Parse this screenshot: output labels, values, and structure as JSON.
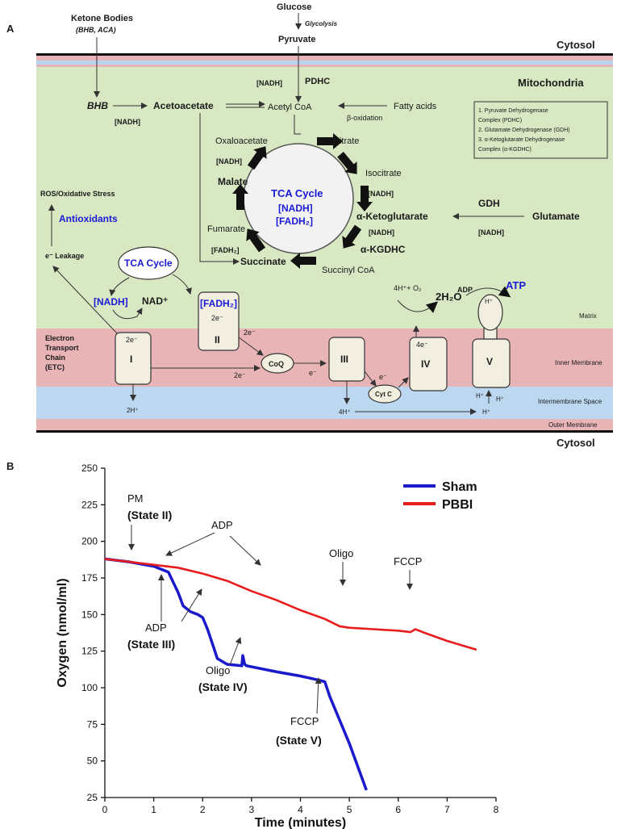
{
  "panel_a": {
    "panel_label": "A",
    "cytosol_top": "Cytosol",
    "cytosol_bottom": "Cytosol",
    "mitochondria": "Mitochondria",
    "matrix": "Matrix",
    "inner_membrane": "Inner Membrane",
    "intermembrane_space": "Intermembrane Space",
    "outer_membrane": "Outer Membrane",
    "ketone_bodies": "Ketone Bodies",
    "ketone_sub": "(BHB, ACA)",
    "glucose": "Glucose",
    "glycolysis": "Glycolysis",
    "pyruvate": "Pyruvate",
    "pdhc": "PDHC",
    "nadh": "[NADH]",
    "bhb": "BHB",
    "acetoacetate": "Acetoacetate",
    "acetyl_coa": "Acetyl CoA",
    "fatty_acids": "Fatty acids",
    "beta_oxidation": "β-oxidation",
    "oxaloacetate": "Oxaloacetate",
    "citrate": "Citrate",
    "isocitrate": "Isocitrate",
    "malate": "Malate",
    "fumarate": "Fumarate",
    "succinate": "Succinate",
    "succinyl_coa": "Succinyl CoA",
    "alpha_kg": "α-Ketoglutarate",
    "alpha_kgdhc": "α-KGDHC",
    "fadh2": "[FADH₂]",
    "tca_cycle": "TCA Cycle",
    "tca_nadh": "[NADH]",
    "tca_fadh2": "[FADH₂]",
    "gdh": "GDH",
    "glutamate": "Glutamate",
    "ros": "ROS/Oxidative Stress",
    "antioxidants": "Antioxidants",
    "e_leakage": "e⁻ Leakage",
    "tca_cycle_small": "TCA Cycle",
    "nad_plus": "NAD⁺",
    "legend": [
      "1.   Pyruvate Dehydrogenase Complex (PDHC)",
      "2.   Glutamate Dehydrogenase (GDH)",
      "3.   α-Ketoglutarate Dehydrogenase Complex (α-KGDHC)"
    ],
    "legend_lines": [
      "1.   Pyruvate Dehydrogenase",
      "      Complex (PDHC)",
      "2.   Glutamate Dehydrogenase (GDH)",
      "3.   α-Ketoglutarate Dehydrogenase",
      "      Complex (α-KGDHC)"
    ],
    "etc_lines": [
      "Electron",
      "Transport",
      "Chain",
      "(ETC)"
    ],
    "complex_i": "I",
    "complex_ii": "II",
    "complex_iii": "III",
    "complex_iv": "IV",
    "complex_v": "V",
    "coq": "CoQ",
    "cytc": "Cyt C",
    "two_e": "2e⁻",
    "e_minus": "e⁻",
    "four_e": "4e⁻",
    "two_h": "2H⁺",
    "four_h": "4H⁺",
    "h_plus": "H⁺",
    "four_h_o2": "4H⁺+ O₂",
    "two_h2o": "2H₂O",
    "adp": "ADP",
    "atp": "ATP"
  },
  "panel_b": {
    "panel_label": "B",
    "annotations": {
      "pm": "PM",
      "state_ii": "(State  II)",
      "adp_top": "ADP",
      "adp_sham": "ADP",
      "state_iii": "(State III)",
      "oligo_sham": "Oligo",
      "state_iv": "(State IV)",
      "fccp_sham": "FCCP",
      "state_v": "(State V)",
      "oligo_pbbi": "Oligo",
      "fccp_pbbi": "FCCP"
    }
  },
  "chart_data": {
    "type": "line",
    "title": "",
    "xlabel": "Time (minutes)",
    "ylabel": "Oxygen (nmol/ml)",
    "xlim": [
      0,
      8
    ],
    "ylim": [
      25,
      250
    ],
    "xticks": [
      0,
      1,
      2,
      3,
      4,
      5,
      6,
      7,
      8
    ],
    "yticks": [
      25,
      50,
      75,
      100,
      125,
      150,
      175,
      200,
      225,
      250
    ],
    "legend_position": "top-right",
    "series": [
      {
        "name": "Sham",
        "color": "#1a1acc",
        "x": [
          0,
          0.5,
          1.0,
          1.3,
          1.5,
          1.6,
          1.75,
          1.9,
          2.0,
          2.1,
          2.2,
          2.3,
          2.5,
          2.8,
          2.82,
          2.86,
          2.9,
          3.5,
          4.0,
          4.4,
          4.5,
          4.6,
          5.0,
          5.35
        ],
        "y": [
          188,
          186,
          183,
          179,
          165,
          156,
          152,
          150,
          148,
          140,
          130,
          120,
          116,
          115,
          122,
          116,
          115,
          111,
          108,
          105,
          104,
          94,
          62,
          30
        ]
      },
      {
        "name": "PBBI",
        "color": "#e81c1c",
        "x": [
          0,
          0.5,
          1.0,
          1.5,
          2.0,
          2.5,
          3.0,
          3.5,
          4.0,
          4.5,
          4.8,
          5.0,
          5.5,
          6.0,
          6.25,
          6.35,
          6.5,
          7.0,
          7.6
        ],
        "y": [
          188,
          186,
          184,
          182,
          178,
          173,
          166,
          160,
          153,
          147,
          142,
          141,
          140,
          139,
          138,
          140,
          138,
          132,
          126
        ]
      }
    ]
  }
}
